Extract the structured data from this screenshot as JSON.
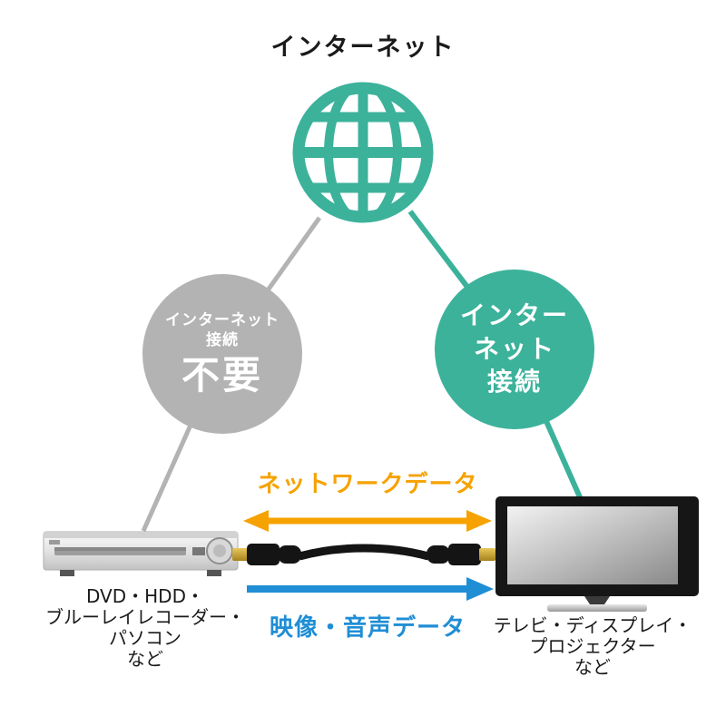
{
  "title": "インターネット",
  "left_circle": {
    "line1": "インターネット",
    "line2": "接続",
    "emphasis": "不要"
  },
  "right_circle": {
    "line1": "インター",
    "line2": "ネット",
    "line3": "接続"
  },
  "network_arrow_label": "ネットワークデータ",
  "av_arrow_label": "映像・音声データ",
  "left_device": {
    "line1": "DVD・HDD・",
    "line2": "ブルーレイレコーダー・",
    "line3": "パソコン",
    "line4": "など"
  },
  "right_device": {
    "line1": "テレビ・ディスプレイ・",
    "line2": "プロジェクター",
    "line3": "など"
  },
  "icons": {
    "globe": "globe-icon",
    "hdmi_cable": "hdmi-cable-icon",
    "recorder": "recorder-icon",
    "tv": "tv-icon"
  },
  "colors": {
    "teal": "#3cb29b",
    "gray": "#b3b3b3",
    "orange": "#f6a200",
    "blue": "#1f8ed5",
    "text": "#1a1a1a"
  }
}
